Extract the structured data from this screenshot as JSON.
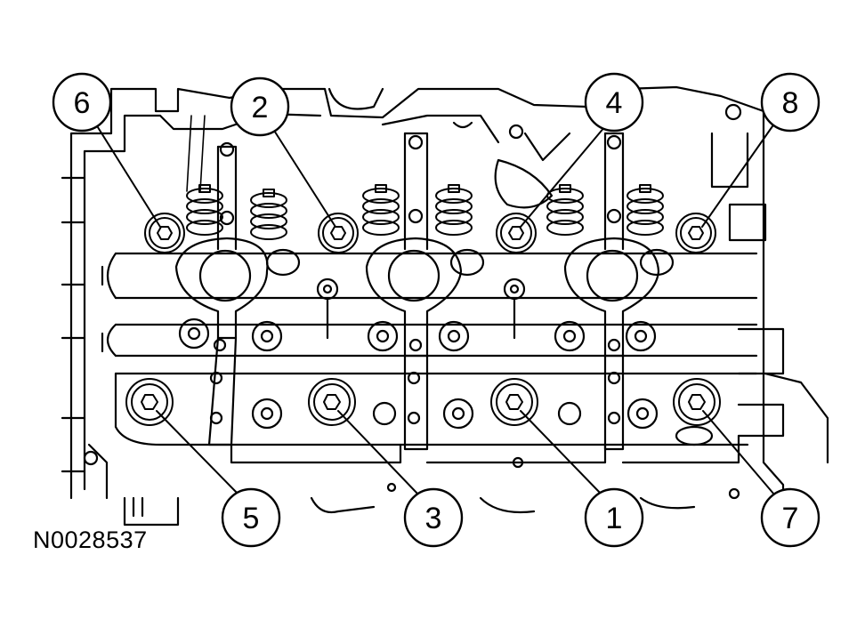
{
  "figure": {
    "id_label": "N0028537"
  },
  "callouts": [
    {
      "label": "6"
    },
    {
      "label": "2"
    },
    {
      "label": "4"
    },
    {
      "label": "8"
    },
    {
      "label": "5"
    },
    {
      "label": "3"
    },
    {
      "label": "1"
    },
    {
      "label": "7"
    }
  ],
  "colors": {
    "line": "#000000",
    "background": "#ffffff"
  }
}
